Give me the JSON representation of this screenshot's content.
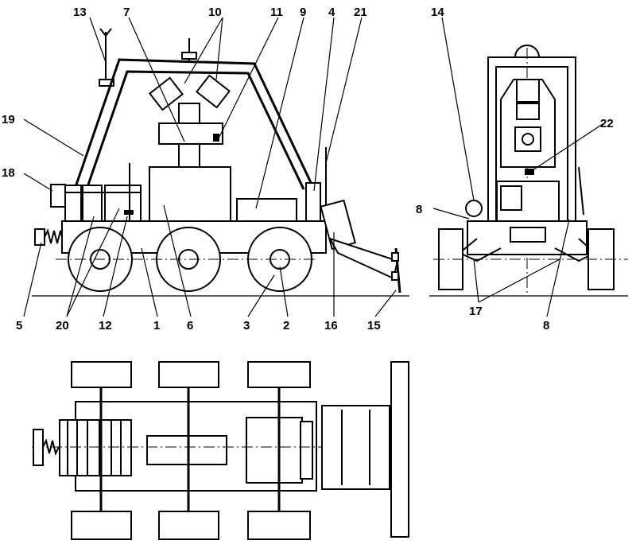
{
  "labels": {
    "l1": "1",
    "l2": "2",
    "l3": "3",
    "l4": "4",
    "l5": "5",
    "l6": "6",
    "l7": "7",
    "l8a": "8",
    "l8b": "8",
    "l9": "9",
    "l10": "10",
    "l11": "11",
    "l12": "12",
    "l13": "13",
    "l14": "14",
    "l15": "15",
    "l16": "16",
    "l17": "17",
    "l18": "18",
    "l19": "19",
    "l20": "20",
    "l21": "21",
    "l22": "22"
  }
}
